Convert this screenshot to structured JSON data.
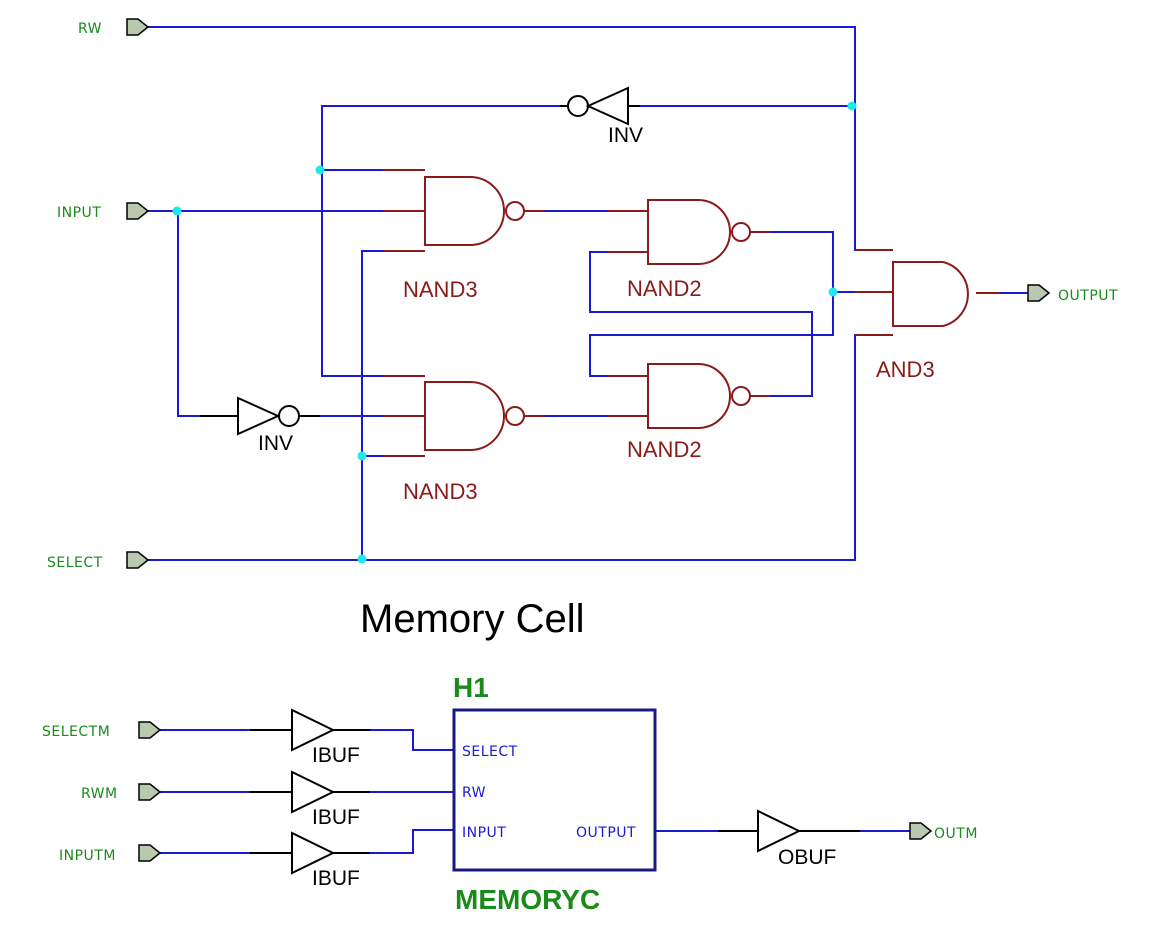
{
  "title": "Memory Cell",
  "ports": {
    "rw": "RW",
    "input": "INPUT",
    "select": "SELECT",
    "output": "OUTPUT",
    "selectm": "SELECTM",
    "rwm": "RWM",
    "inputm": "INPUTM",
    "outm": "OUTM"
  },
  "gates": {
    "inv_top": "INV",
    "inv_bottom": "INV",
    "nand3_top": "NAND3",
    "nand3_bottom": "NAND3",
    "nand2_top": "NAND2",
    "nand2_bottom": "NAND2",
    "and3": "AND3",
    "ibuf1": "IBUF",
    "ibuf2": "IBUF",
    "ibuf3": "IBUF",
    "obuf": "OBUF"
  },
  "block": {
    "instance": "H1",
    "name": "MEMORYC",
    "pins": {
      "select": "SELECT",
      "rw": "RW",
      "input": "INPUT",
      "output": "OUTPUT"
    }
  },
  "colors": {
    "wire": "#1a1ad0",
    "gate": "#8b1a1a",
    "port_label": "#1a8a1a",
    "junction": "#20e8f0"
  }
}
